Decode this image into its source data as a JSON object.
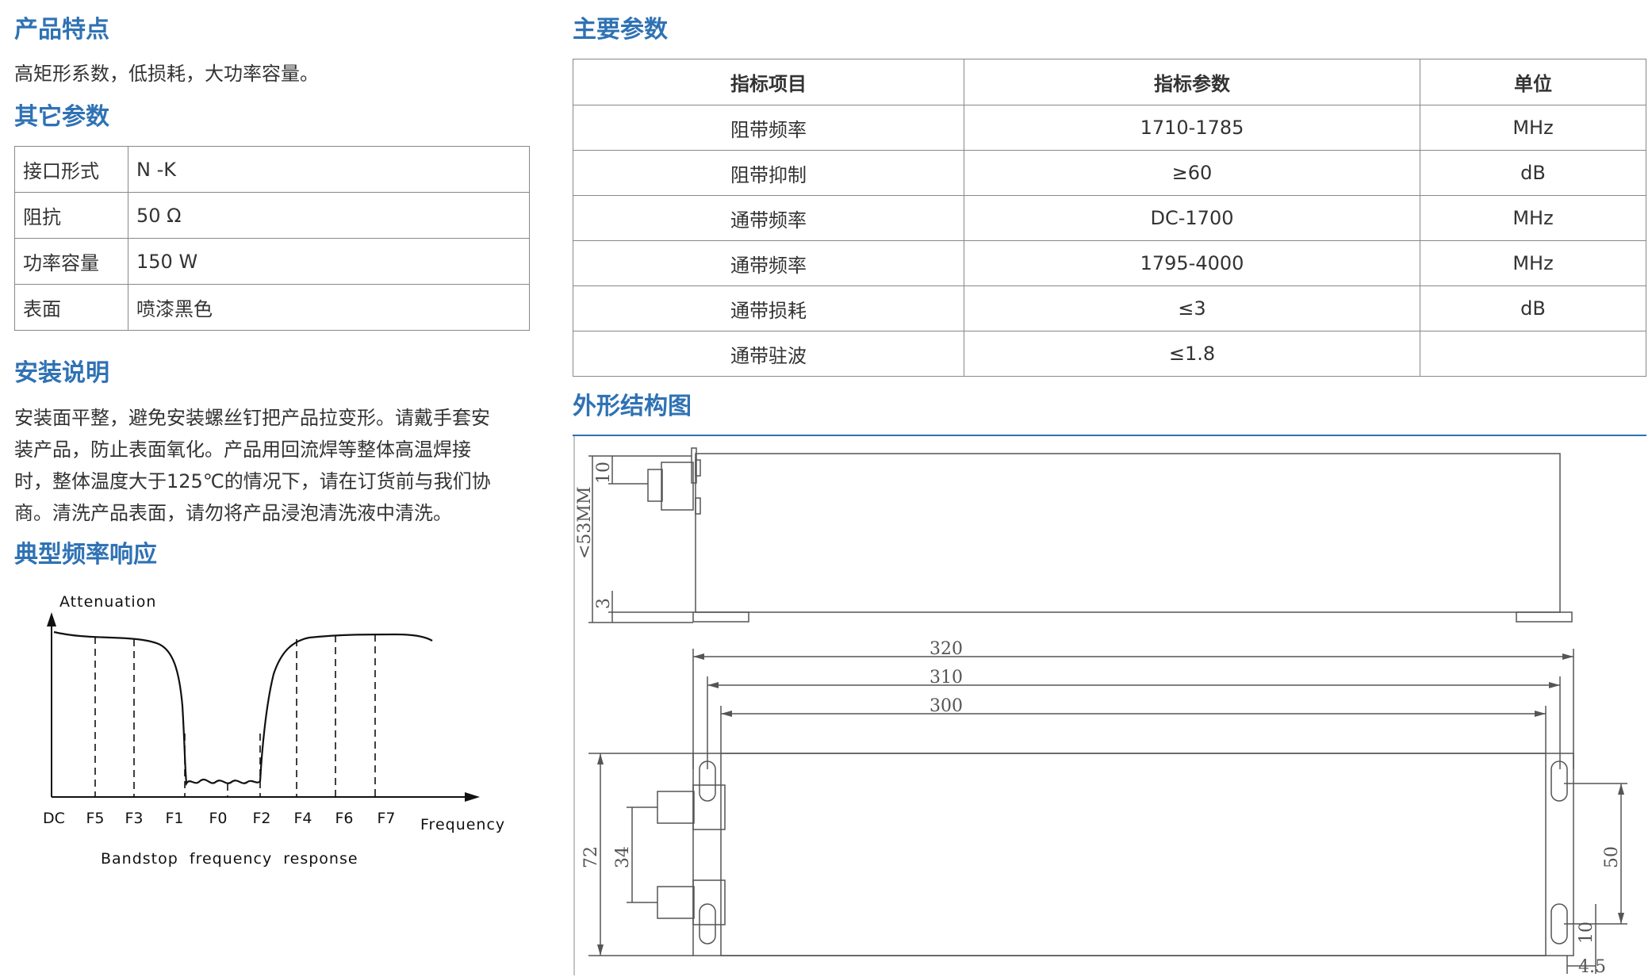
{
  "features": {
    "title": "产品特点",
    "text": "高矩形系数，低损耗，大功率容量。"
  },
  "other": {
    "title": "其它参数",
    "rows": [
      {
        "label": "接口形式",
        "value": "N -K"
      },
      {
        "label": "阻抗",
        "value": "50 Ω"
      },
      {
        "label": "功率容量",
        "value": "150 W"
      },
      {
        "label": "表面",
        "value": "喷漆黑色"
      }
    ]
  },
  "install": {
    "title": "安装说明",
    "lines": [
      "安装面平整，避免安装螺丝钉把产品拉变形。请戴手套安",
      "装产品，防止表面氧化。产品用回流焊等整体高温焊接",
      "时，整体温度大于125℃的情况下，请在订货前与我们协",
      "商。清洗产品表面，请勿将产品浸泡清洗液中清洗。"
    ]
  },
  "response": {
    "title": "典型频率响应",
    "ylabel": "Attenuation",
    "xlabel": "Frequency",
    "caption": "Bandstop  frequency  response",
    "ticks": [
      "DC",
      "F5",
      "F3",
      "F1",
      "F0",
      "F2",
      "F4",
      "F6",
      "F7"
    ]
  },
  "main": {
    "title": "主要参数",
    "headers": [
      "指标项目",
      "指标参数",
      "单位"
    ],
    "rows": [
      [
        "阻带频率",
        "1710-1785",
        "MHz"
      ],
      [
        "阻带抑制",
        "≥60",
        "dB"
      ],
      [
        "通带频率",
        "DC-1700",
        "MHz"
      ],
      [
        "通带频率",
        "1795-4000",
        "MHz"
      ],
      [
        "通带损耗",
        "≤3",
        "dB"
      ],
      [
        "通带驻波",
        "≤1.8",
        ""
      ]
    ]
  },
  "outline": {
    "title": "外形结构图",
    "dims": {
      "height_left": "<53MM",
      "d10_top": "10",
      "d3": "3",
      "d320": "320",
      "d310": "310",
      "d300": "300",
      "d72": "72",
      "d34": "34",
      "d50": "50",
      "d10_bottom": "10",
      "d4_5": "4.5"
    }
  },
  "colors": {
    "heading": "#2f72b4",
    "text": "#333333",
    "line": "#555555"
  }
}
